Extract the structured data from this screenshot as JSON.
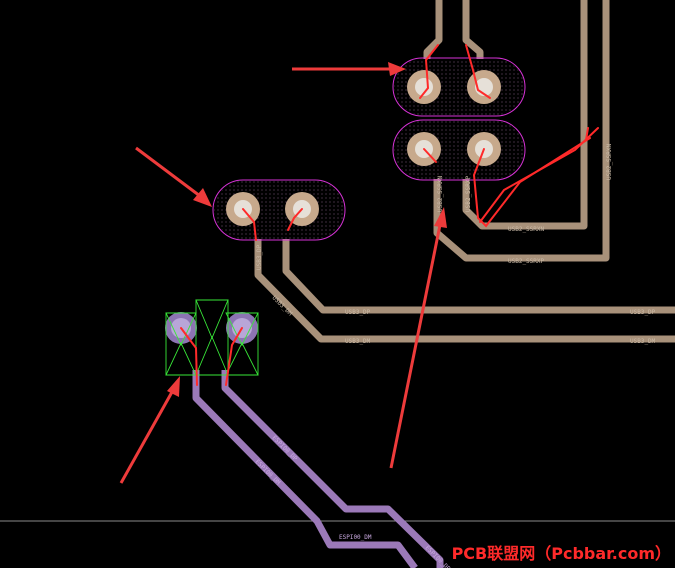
{
  "colors": {
    "background": "#000000",
    "trace_tan": "#a8917a",
    "trace_purple": "#9b79b8",
    "pad_ring": "#c7a98c",
    "drill": "#e6e0d8",
    "keepout_outline": "#d632d6",
    "ratsnest": "#ff2a2a",
    "drc_marker": "#38e838",
    "annotation_arrow": "#ee3b3b"
  },
  "net_labels": {
    "top_left_vertical": "USB2_SSRXN",
    "top_right_vertical": "USB2_SSRXP",
    "top_inner_horizontal": "USB2_SSRXN",
    "top_outer_horizontal": "USB2_SSRXP",
    "far_right_vertical": "USB2_SSRXN",
    "mid_vertical": "USB3_DP",
    "mid_horizontal_upper_left": "USB3_DP",
    "mid_horizontal_upper_right": "USB3_DP",
    "mid_horizontal_lower_left": "USB3_DM",
    "mid_horizontal_lower_right": "USB3_DM",
    "mid_diagonal": "USB3_DM",
    "purple_diag_1": "ESPI00_DP",
    "purple_diag_2": "ESPI00_DM",
    "purple_bottom": "ESPI00_DM",
    "purple_bottom_right": "ESPI00_DP"
  },
  "icons": {
    "arrow": "annotation-arrow-icon",
    "drc": "drc-error-marker-icon"
  },
  "watermark": "PCB联盟网（Pcbbar.com）"
}
